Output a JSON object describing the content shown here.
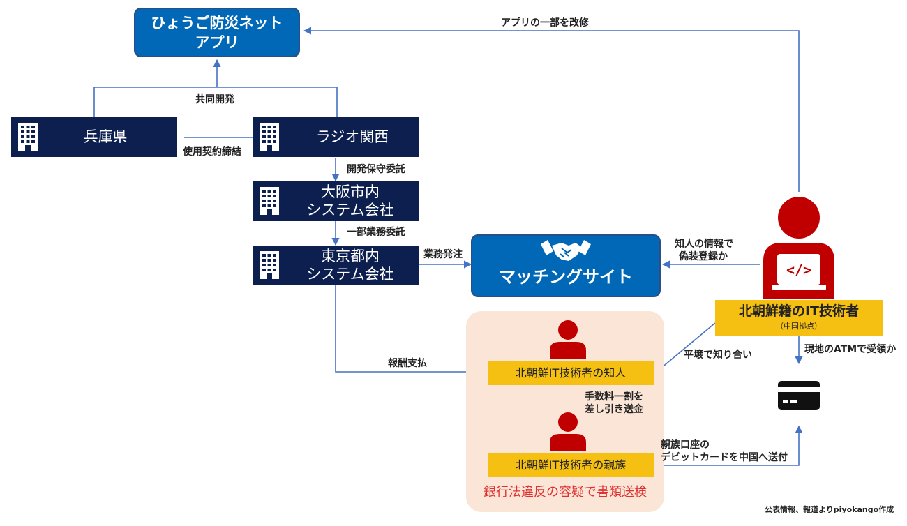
{
  "colors": {
    "navy": "#0d1f4f",
    "blue": "#0068b7",
    "yellow": "#f6c013",
    "red": "#c00000",
    "peach": "#fbe5d6",
    "arrow": "#4472c4"
  },
  "app_box": {
    "line1": "ひょうご防災ネット",
    "line2": "アプリ"
  },
  "nodes": {
    "hyogo": "兵庫県",
    "radio": "ラジオ関西",
    "osaka_line1": "大阪市内",
    "osaka_line2": "システム会社",
    "tokyo_line1": "東京都内",
    "tokyo_line2": "システム会社"
  },
  "matching": {
    "label": "マッチングサイト",
    "icon": "handshake-icon"
  },
  "engineer": {
    "title": "北朝鮮籍のIT技術者",
    "sub": "（中国拠点）",
    "icon": "programmer-icon"
  },
  "acquaintance": "北朝鮮IT技術者の知人",
  "relative": "北朝鮮IT技術者の親族",
  "prosecution": "銀行法違反の容疑で書類送検",
  "edges": {
    "app_modify": "アプリの一部を改修",
    "joint_dev": "共同開発",
    "contract": "使用契約締結",
    "maintenance": "開発保守委託",
    "partial_outsource": "一部業務委託",
    "order": "業務発注",
    "fake_reg_1": "知人の情報で",
    "fake_reg_2": "偽装登録か",
    "pyongyang": "平壌で知り合い",
    "atm": "現地のATMで受領か",
    "payment": "報酬支払",
    "fee_1": "手数料一割を",
    "fee_2": "差し引き送金",
    "debit_1": "親族口座の",
    "debit_2": "デビットカードを中国へ送付"
  },
  "card_icon": "credit-card-icon",
  "building_icon": "building-icon",
  "person_icon": "person-icon",
  "credit": "公表情報、報道よりpiyokango作成"
}
